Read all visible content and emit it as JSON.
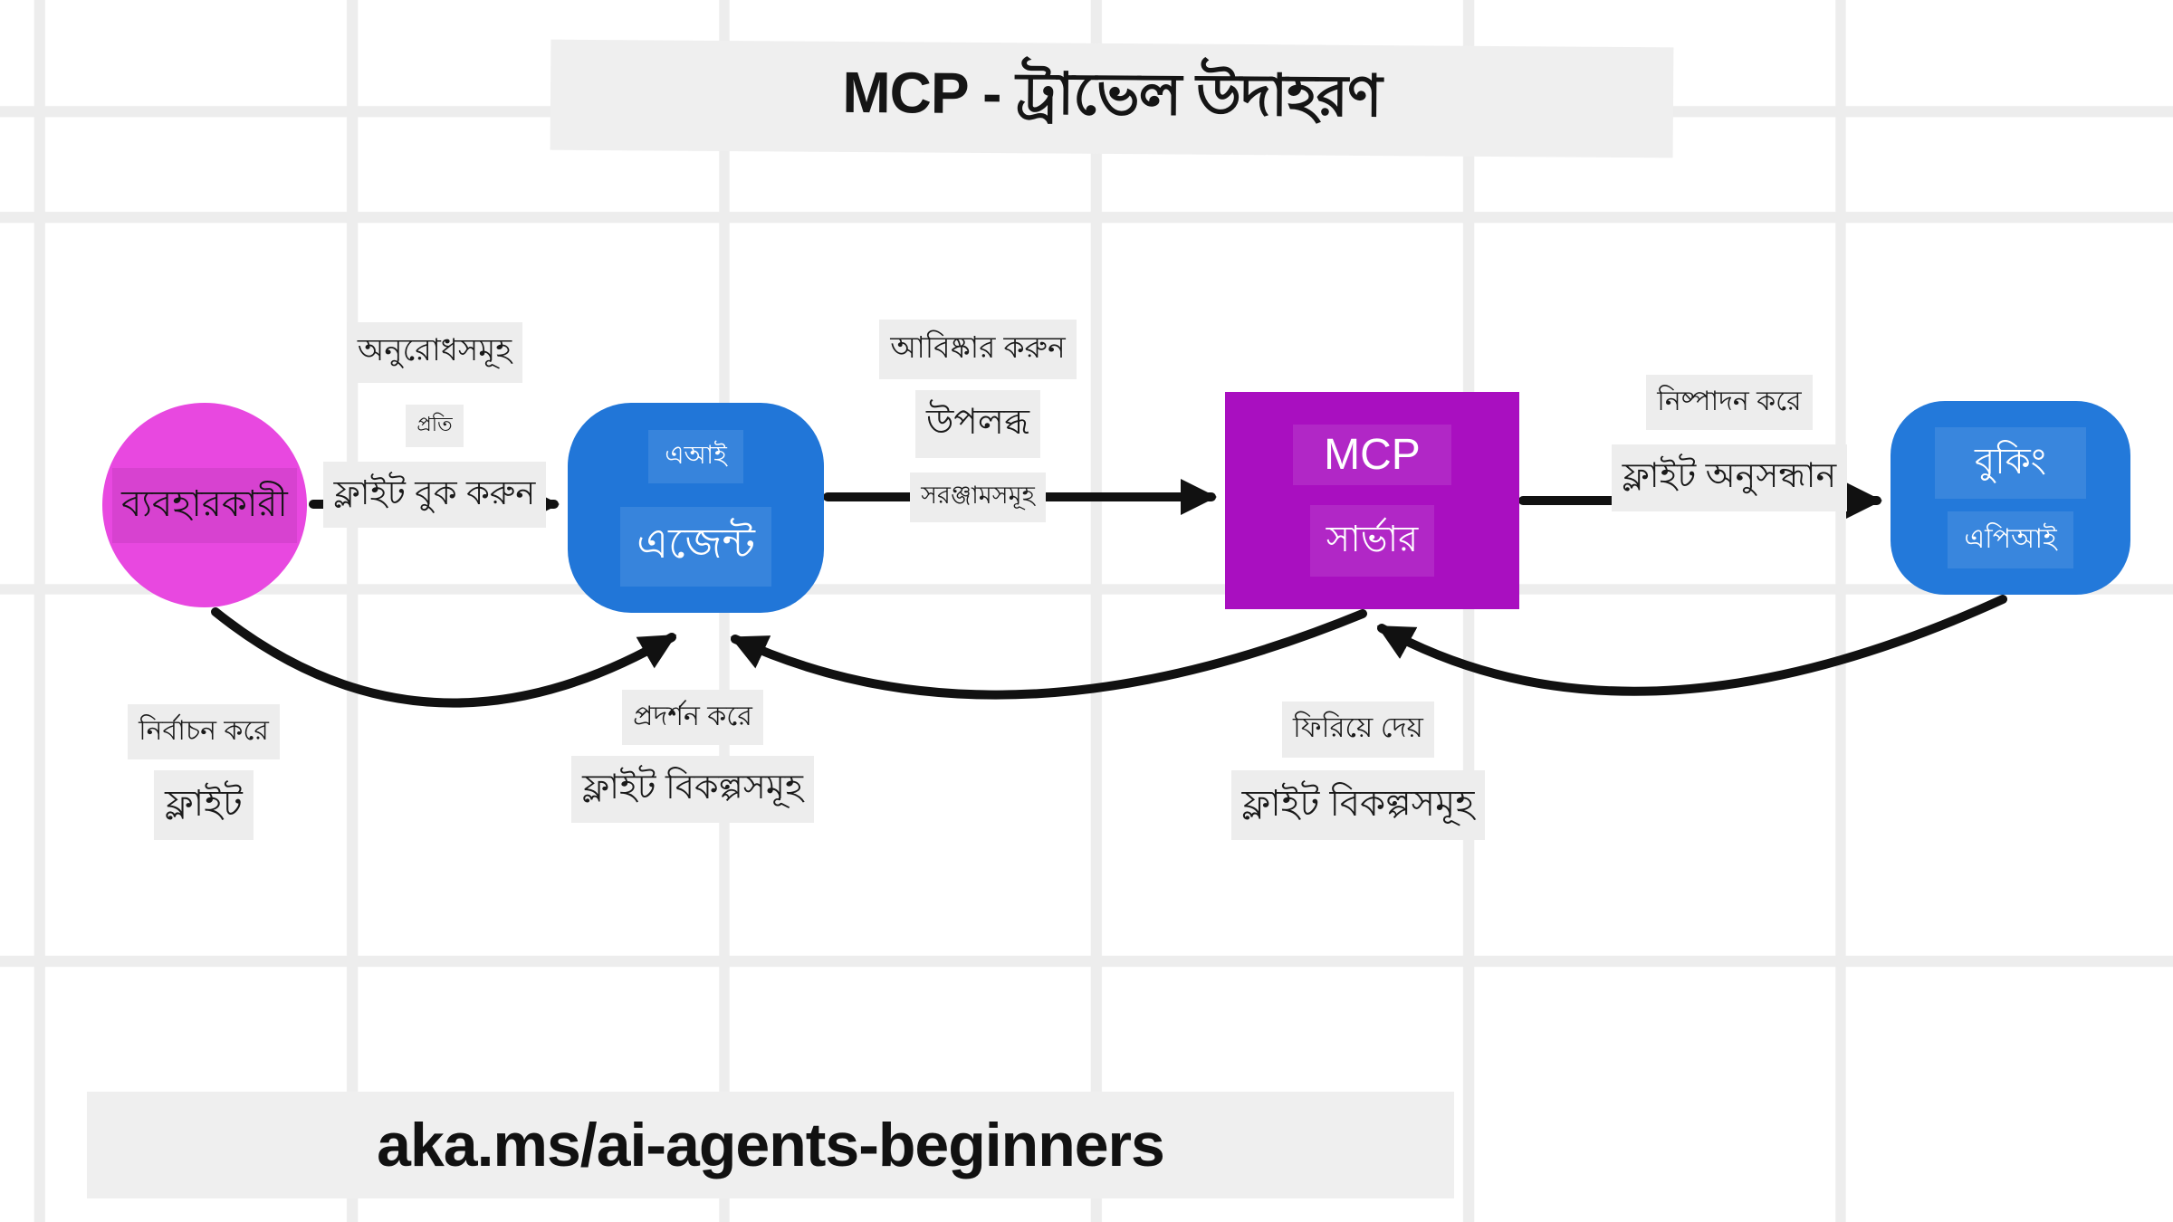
{
  "title": "MCP - ট্রাভেল উদাহরণ",
  "footer": "aka.ms/ai-agents-beginners",
  "colors": {
    "user_node": "#e848e0",
    "agent_node": "#2176d8",
    "mcp_node": "#a90fc0",
    "booking_node": "#2379da",
    "label_bg": "#ededed",
    "arrow": "#111111"
  },
  "nodes": {
    "user": {
      "label": "ব্যবহারকারী"
    },
    "agent": {
      "line1": "এআই",
      "line2": "এজেন্ট"
    },
    "mcp": {
      "line1": "MCP",
      "line2": "সার্ভার"
    },
    "booking": {
      "line1": "বুকিং",
      "line2": "এপিআই"
    }
  },
  "edges": {
    "user_to_agent": {
      "lines": [
        "অনুরোধসমূহ",
        "প্রতি",
        "ফ্লাইট বুক করুন"
      ]
    },
    "agent_to_mcp": {
      "lines": [
        "আবিষ্কার করুন",
        "উপলব্ধ",
        "সরঞ্জামসমূহ"
      ]
    },
    "mcp_to_booking": {
      "lines": [
        "নিষ্পাদন করে",
        "ফ্লাইট অনুসন্ধান"
      ]
    },
    "select_flight": {
      "lines": [
        "নির্বাচন করে",
        "ফ্লাইট"
      ]
    },
    "show_options": {
      "lines": [
        "প্রদর্শন করে",
        "ফ্লাইট বিকল্পসমূহ"
      ]
    },
    "return_options": {
      "lines": [
        "ফিরিয়ে দেয়",
        "ফ্লাইট বিকল্পসমূহ"
      ]
    }
  }
}
